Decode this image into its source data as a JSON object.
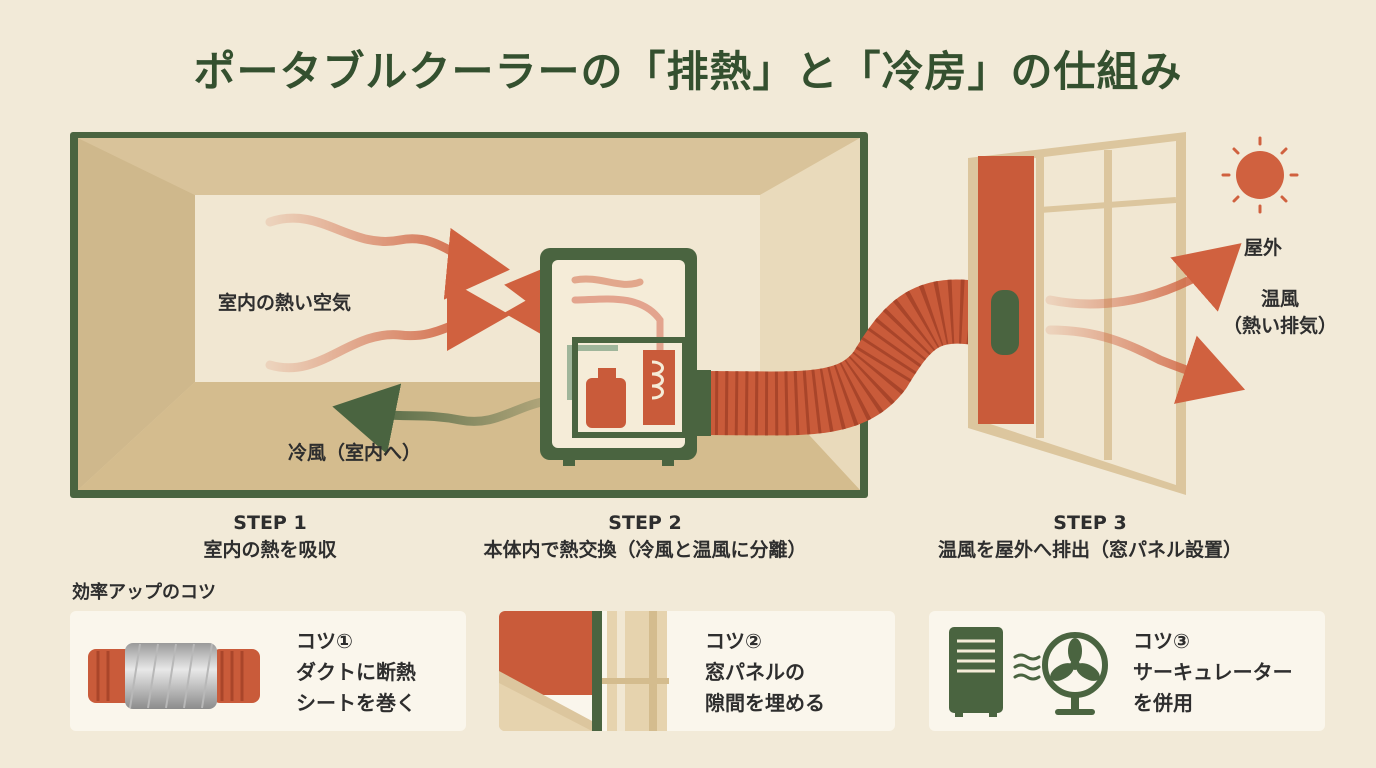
{
  "title": "ポータブルクーラーの「排熱」と「冷房」の仕組み",
  "labels": {
    "indoor_hot_air": "室内の熱い空気",
    "cool_air": "冷風（室内へ）",
    "outdoor": "屋外",
    "warm_air": "温風",
    "warm_air_sub": "（熱い排気）"
  },
  "steps": [
    {
      "label": "STEP 1",
      "text": "室内の熱を吸収"
    },
    {
      "label": "STEP 2",
      "text": "本体内で熱交換（冷風と温風に分離）"
    },
    {
      "label": "STEP 3",
      "text": "温風を屋外へ排出（窓パネル設置）"
    }
  ],
  "tips_title": "効率アップのコツ",
  "tips": [
    {
      "title": "コツ①",
      "line1": "ダクトに断熱",
      "line2": "シートを巻く"
    },
    {
      "title": "コツ②",
      "line1": "窓パネルの",
      "line2": "隙間を埋める"
    },
    {
      "title": "コツ③",
      "line1": "サーキュレーター",
      "line2": "を併用"
    }
  ],
  "colors": {
    "background": "#f2ead8",
    "title_green": "#34502f",
    "frame_green": "#4a6440",
    "hot_orange": "#d0613f",
    "duct_orange": "#c95b3a",
    "room_wall": "#dcc69e"
  }
}
